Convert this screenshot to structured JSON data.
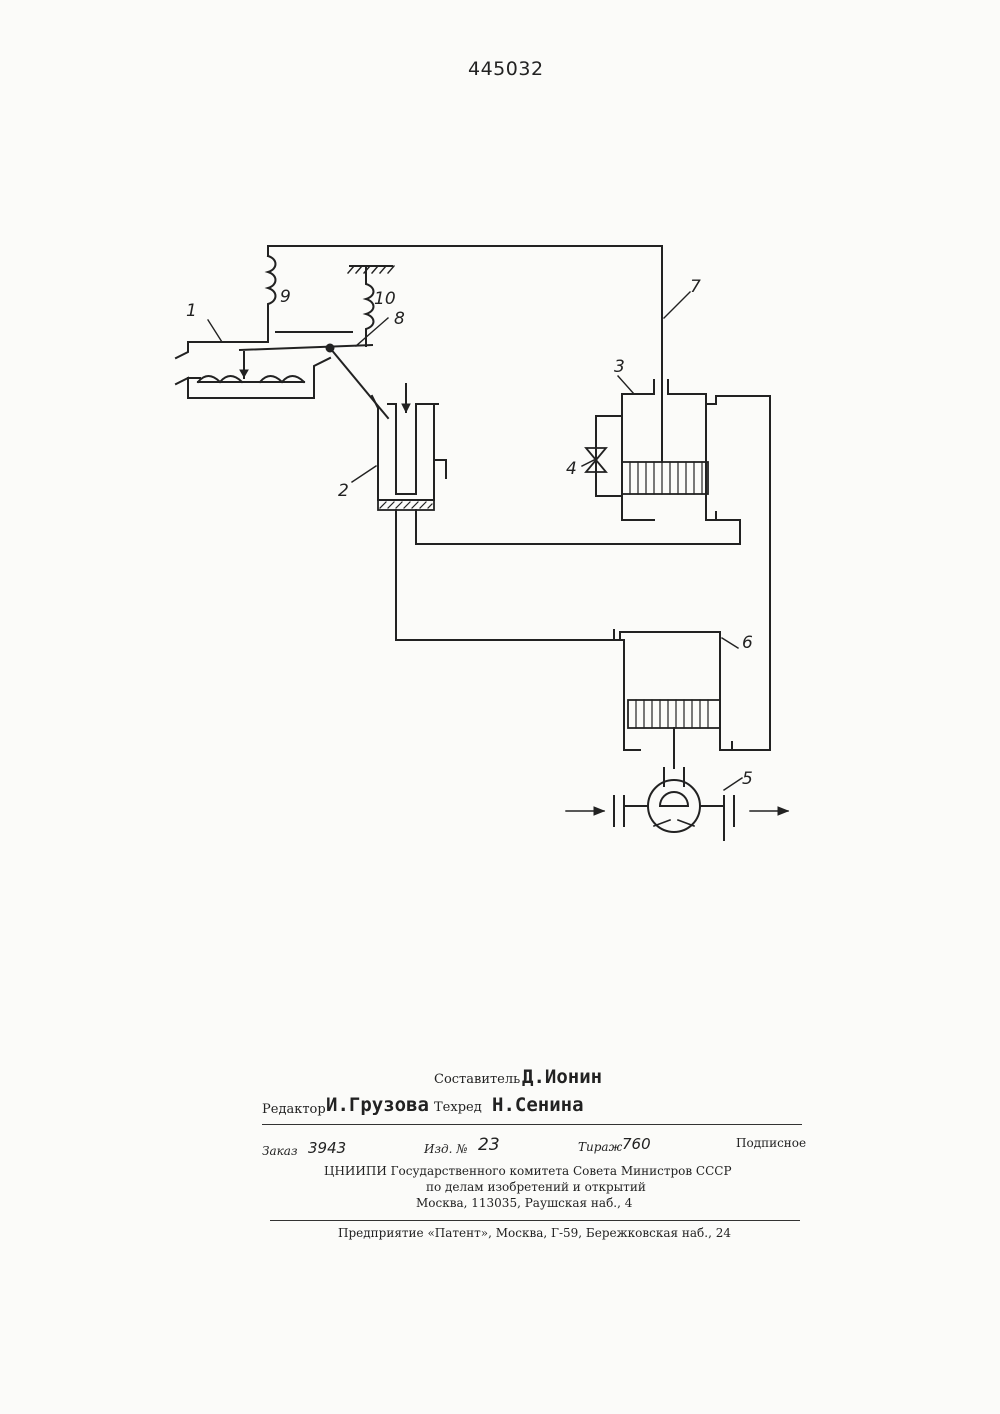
{
  "patent_number": "445032",
  "figure_labels": [
    "1",
    "2",
    "3",
    "4",
    "5",
    "6",
    "7",
    "8",
    "9",
    "10"
  ],
  "imprint": {
    "composer_label": "Составитель",
    "composer_name": "Д.Ионин",
    "editor_label": "Редактор",
    "editor_name": "И.Грузова",
    "techred_label": "Техред",
    "techred_name": "Н.Сенина",
    "order_label": "Заказ",
    "order_value": "3943",
    "issue_label": "Изд. №",
    "issue_value": "23",
    "print_run_label": "Тираж",
    "print_run_value": "760",
    "subscription": "Подписное",
    "org_line1": "ЦНИИПИ Государственного комитета Совета  Министров СССР",
    "org_line2": "по делам изобретений и открытий",
    "org_line3": "Москва, 113035, Раушская наб., 4",
    "printer": "Предприятие «Патент», Москва, Г-59, Бережковская наб., 24"
  }
}
